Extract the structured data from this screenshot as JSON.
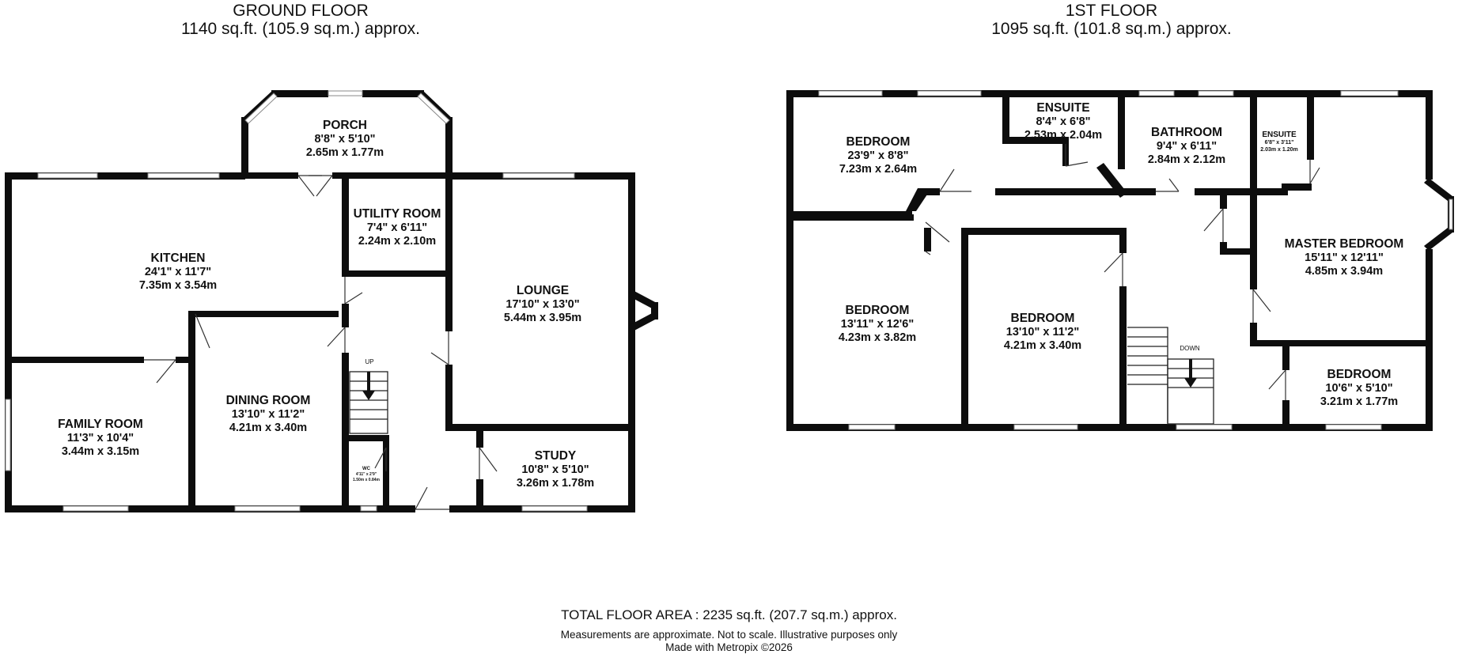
{
  "ground": {
    "title": "GROUND FLOOR",
    "area": "1140 sq.ft. (105.9 sq.m.) approx.",
    "rooms": [
      {
        "name": "PORCH",
        "imp": "8'8\" x 5'10\"",
        "met": "2.65m x 1.77m"
      },
      {
        "name": "UTILITY ROOM",
        "imp": "7'4\" x 6'11\"",
        "met": "2.24m x 2.10m"
      },
      {
        "name": "KITCHEN",
        "imp": "24'1\" x 11'7\"",
        "met": "7.35m x 3.54m"
      },
      {
        "name": "LOUNGE",
        "imp": "17'10\" x 13'0\"",
        "met": "5.44m x 3.95m"
      },
      {
        "name": "FAMILY ROOM",
        "imp": "11'3\" x 10'4\"",
        "met": "3.44m x 3.15m"
      },
      {
        "name": "DINING ROOM",
        "imp": "13'10\" x 11'2\"",
        "met": "4.21m x 3.40m"
      },
      {
        "name": "STUDY",
        "imp": "10'8\" x 5'10\"",
        "met": "3.26m x 1.78m"
      },
      {
        "name": "WC",
        "imp": "4'11\" x 2'9\"",
        "met": "1.50m x 0.84m"
      }
    ],
    "stair_label": "UP"
  },
  "first": {
    "title": "1ST FLOOR",
    "area": "1095 sq.ft. (101.8 sq.m.) approx.",
    "rooms": [
      {
        "name": "BEDROOM",
        "imp": "23'9\" x 8'8\"",
        "met": "7.23m x 2.64m"
      },
      {
        "name": "ENSUITE",
        "imp": "8'4\" x 6'8\"",
        "met": "2.53m x 2.04m"
      },
      {
        "name": "BATHROOM",
        "imp": "9'4\" x 6'11\"",
        "met": "2.84m x 2.12m"
      },
      {
        "name": "ENSUITE",
        "imp": "6'8\" x 3'11\"",
        "met": "2.03m x 1.20m"
      },
      {
        "name": "MASTER BEDROOM",
        "imp": "15'11\" x 12'11\"",
        "met": "4.85m x 3.94m"
      },
      {
        "name": "BEDROOM",
        "imp": "13'11\" x 12'6\"",
        "met": "4.23m x 3.82m"
      },
      {
        "name": "BEDROOM",
        "imp": "13'10\" x 11'2\"",
        "met": "4.21m x 3.40m"
      },
      {
        "name": "BEDROOM",
        "imp": "10'6\" x 5'10\"",
        "met": "3.21m x 1.77m"
      }
    ],
    "stair_label": "DOWN"
  },
  "footer": {
    "total": "TOTAL FLOOR AREA : 2235 sq.ft. (207.7 sq.m.) approx.",
    "disclaimer": "Measurements are approximate.  Not to scale.  Illustrative purposes only",
    "credit": "Made with Metropix ©2026"
  }
}
